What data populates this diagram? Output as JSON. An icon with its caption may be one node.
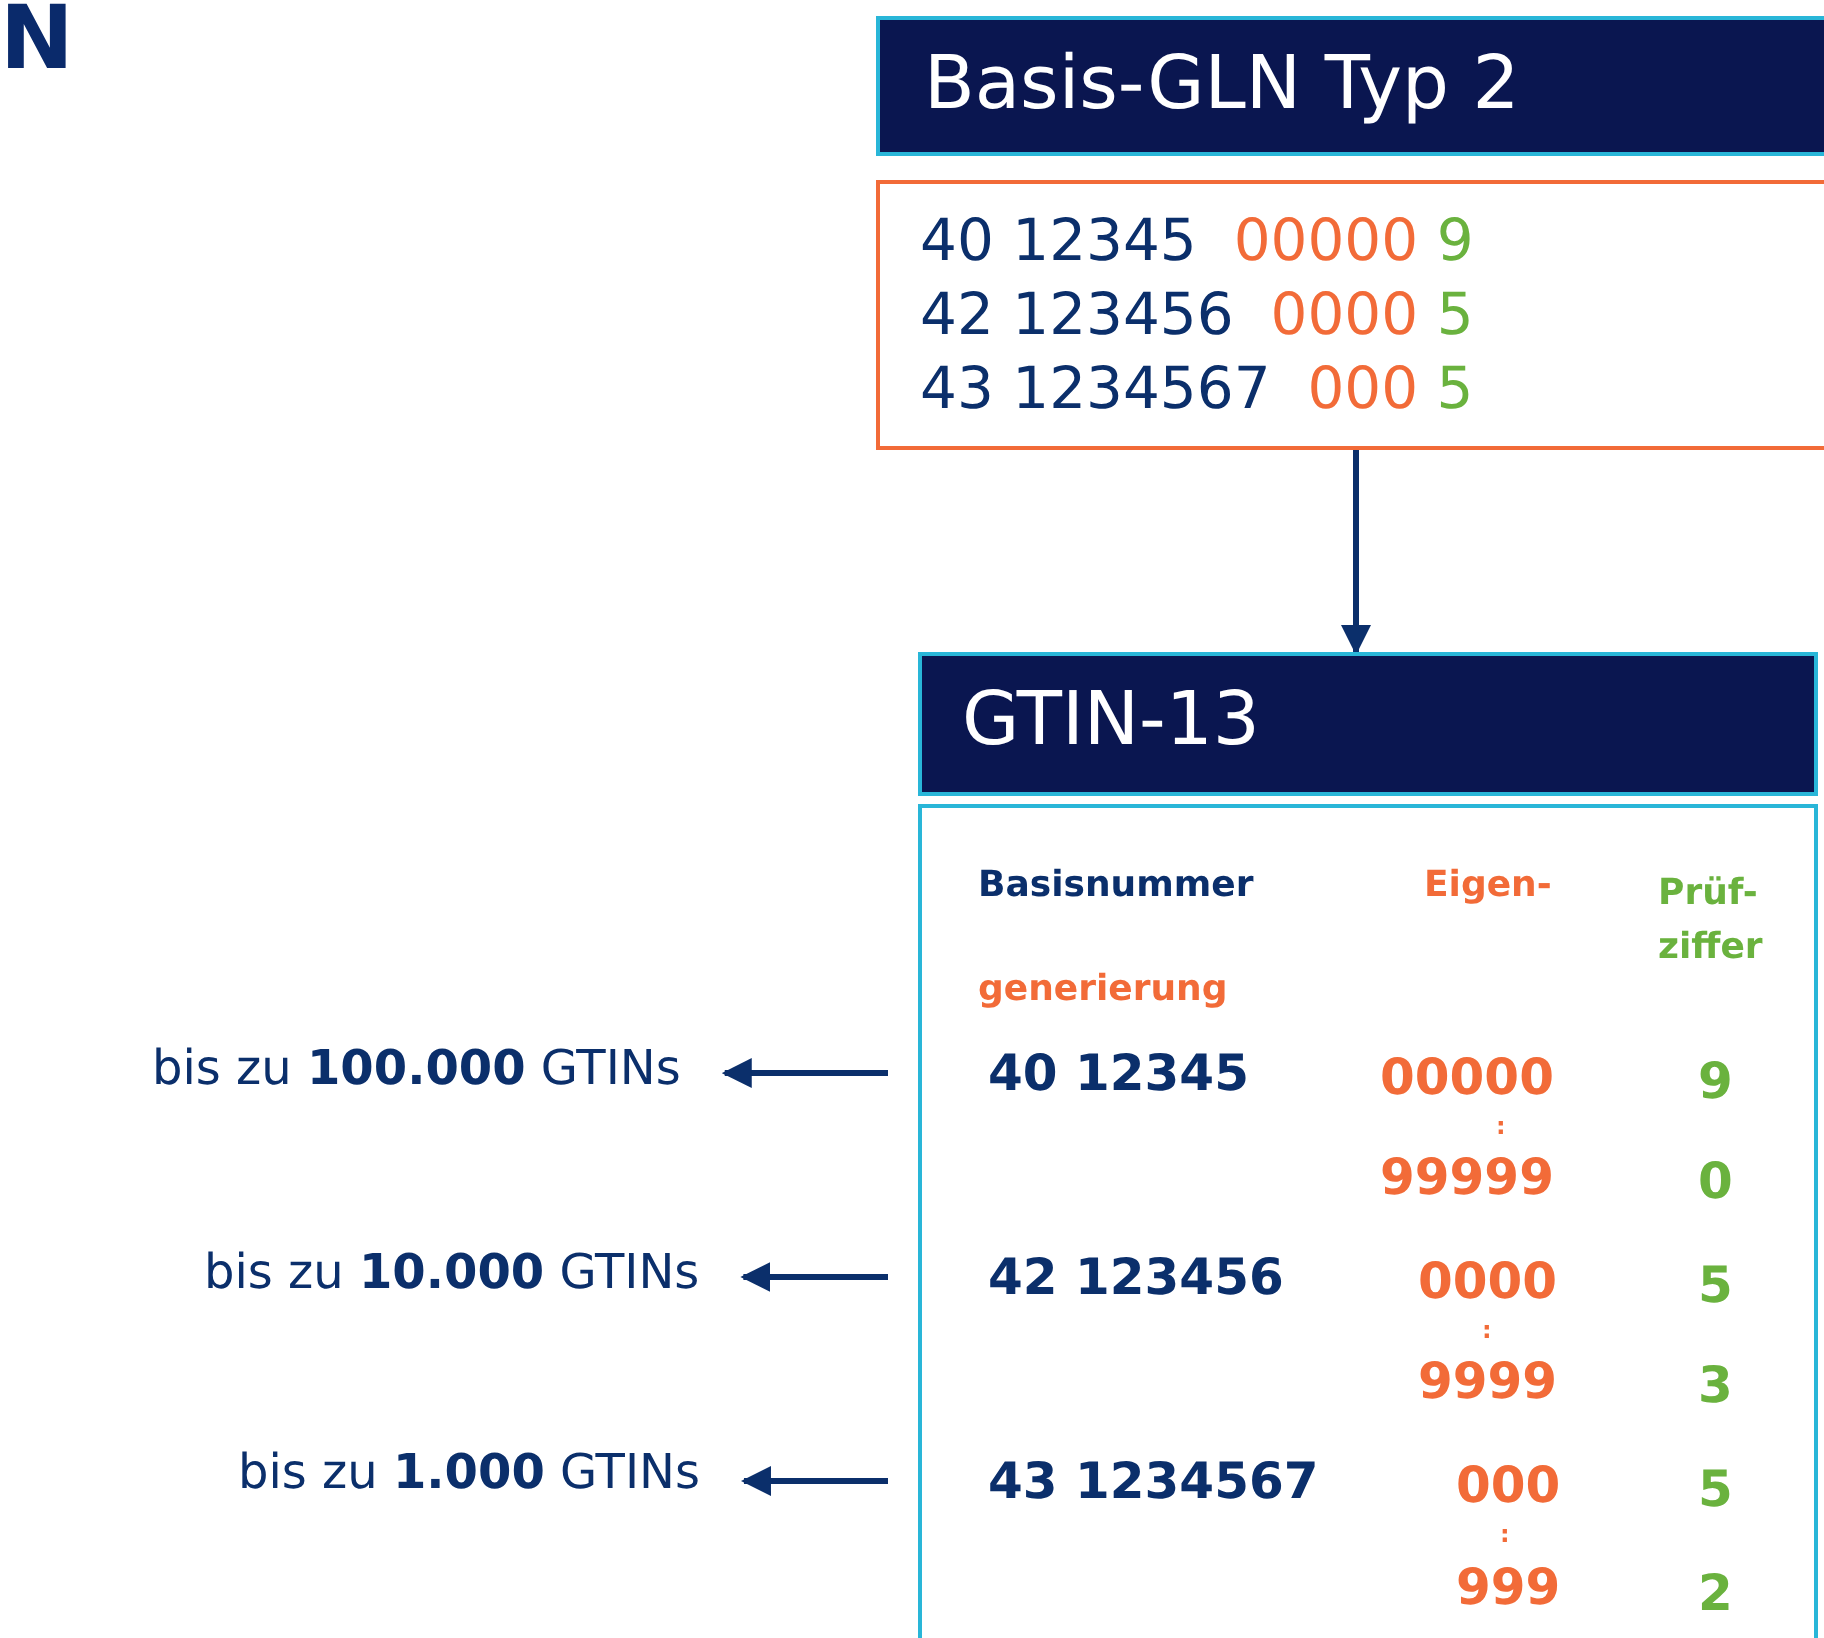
{
  "diagram": {
    "nodes": [
      {
        "text": [
          "Basis-GLN Typ 2"
        ]
      },
      {
        "text": [
          "40 12345  00000 9",
          "42 123456  0000 5",
          "43 1234567  000 5"
        ]
      },
      {
        "text": [
          "GTIN-13"
        ]
      },
      {
        "text": [],
        "shape": "box"
      },
      {
        "text": [
          "40 12345"
        ],
        "in": 3
      },
      {
        "text": [
          "42 123456"
        ],
        "in": 3
      },
      {
        "text": [
          "43 1234567"
        ],
        "in": 3
      },
      {
        "text": [
          "bis zu **100.000** GTINs"
        ]
      },
      {
        "text": [
          "bis zu **10.000** GTINs"
        ]
      },
      {
        "text": [
          "bis zu **1.000** GTINs"
        ]
      }
    ],
    "edges": [
      {
        "from": 1,
        "to": 2,
        "arrow": "to"
      },
      {
        "from": 4,
        "to": 7,
        "arrow": "to"
      },
      {
        "from": 5,
        "to": 8,
        "arrow": "to"
      },
      {
        "from": 6,
        "to": 9,
        "arrow": "to"
      }
    ],
    "labels": [
      "N",
      "Basisnummer",
      "Eigen-",
      "Prüf- ziffer",
      "generierung",
      "00000",
      "9",
      ":",
      "99999",
      "0",
      "0000",
      "5",
      ":",
      "9999",
      "3",
      "000",
      "5",
      ":",
      "999",
      "2"
    ]
  }
}
